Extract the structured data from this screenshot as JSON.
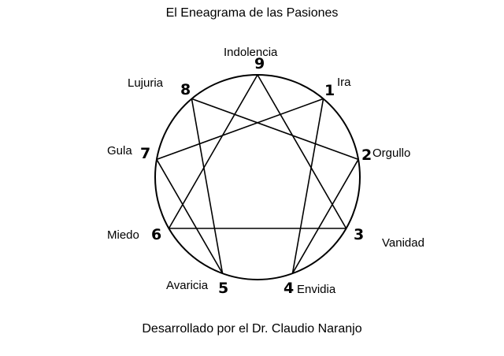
{
  "title": "El Eneagrama de las Pasiones",
  "footer": "Desarrollado por el Dr. Claudio Naranjo",
  "colors": {
    "stroke": "#000000",
    "background": "#ffffff"
  },
  "points": [
    {
      "number": "1",
      "passion": "Ira"
    },
    {
      "number": "2",
      "passion": "Orgullo"
    },
    {
      "number": "3",
      "passion": "Vanidad"
    },
    {
      "number": "4",
      "passion": "Envidia"
    },
    {
      "number": "5",
      "passion": "Avaricia"
    },
    {
      "number": "6",
      "passion": "Miedo"
    },
    {
      "number": "7",
      "passion": "Gula"
    },
    {
      "number": "8",
      "passion": "Lujuria"
    },
    {
      "number": "9",
      "passion": "Indolencia"
    }
  ],
  "connections": {
    "triangle": [
      "9",
      "3",
      "6"
    ],
    "hexad": [
      "1",
      "4",
      "2",
      "8",
      "5",
      "7"
    ]
  }
}
